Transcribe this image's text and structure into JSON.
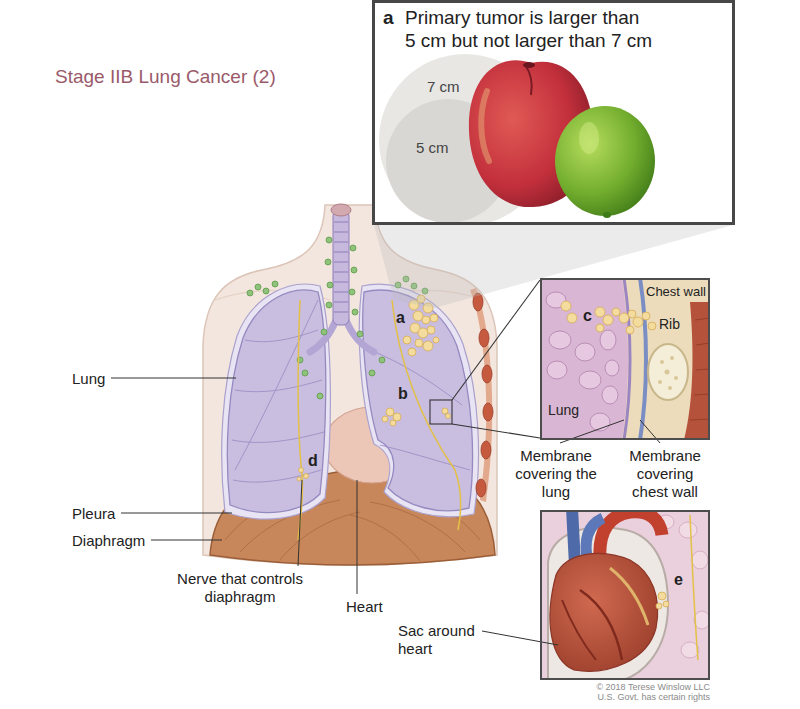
{
  "diagram": {
    "title": "Stage IIB Lung Cancer (2)",
    "nodes": [
      {
        "text": [
          "a",
          "Primary tumor is larger than 5 cm but not larger than 7 cm"
        ]
      },
      {
        "text": [
          "7 cm"
        ],
        "in": 0
      },
      {
        "text": [
          "5 cm"
        ],
        "in": 1
      },
      {
        "text": [
          "Chest wall",
          "c",
          "Rib",
          "Lung"
        ]
      },
      {
        "text": [
          "e"
        ]
      }
    ],
    "labels": [
      "a",
      "b",
      "d",
      "Lung",
      "Pleura",
      "Diaphragm",
      "Nerve that controls diaphragm",
      "Heart",
      "Membrane covering the lung",
      "Membrane covering chest wall",
      "Sac around heart",
      "© 2018 Terese Winslow LLC U.S. Govt. has certain rights"
    ]
  }
}
